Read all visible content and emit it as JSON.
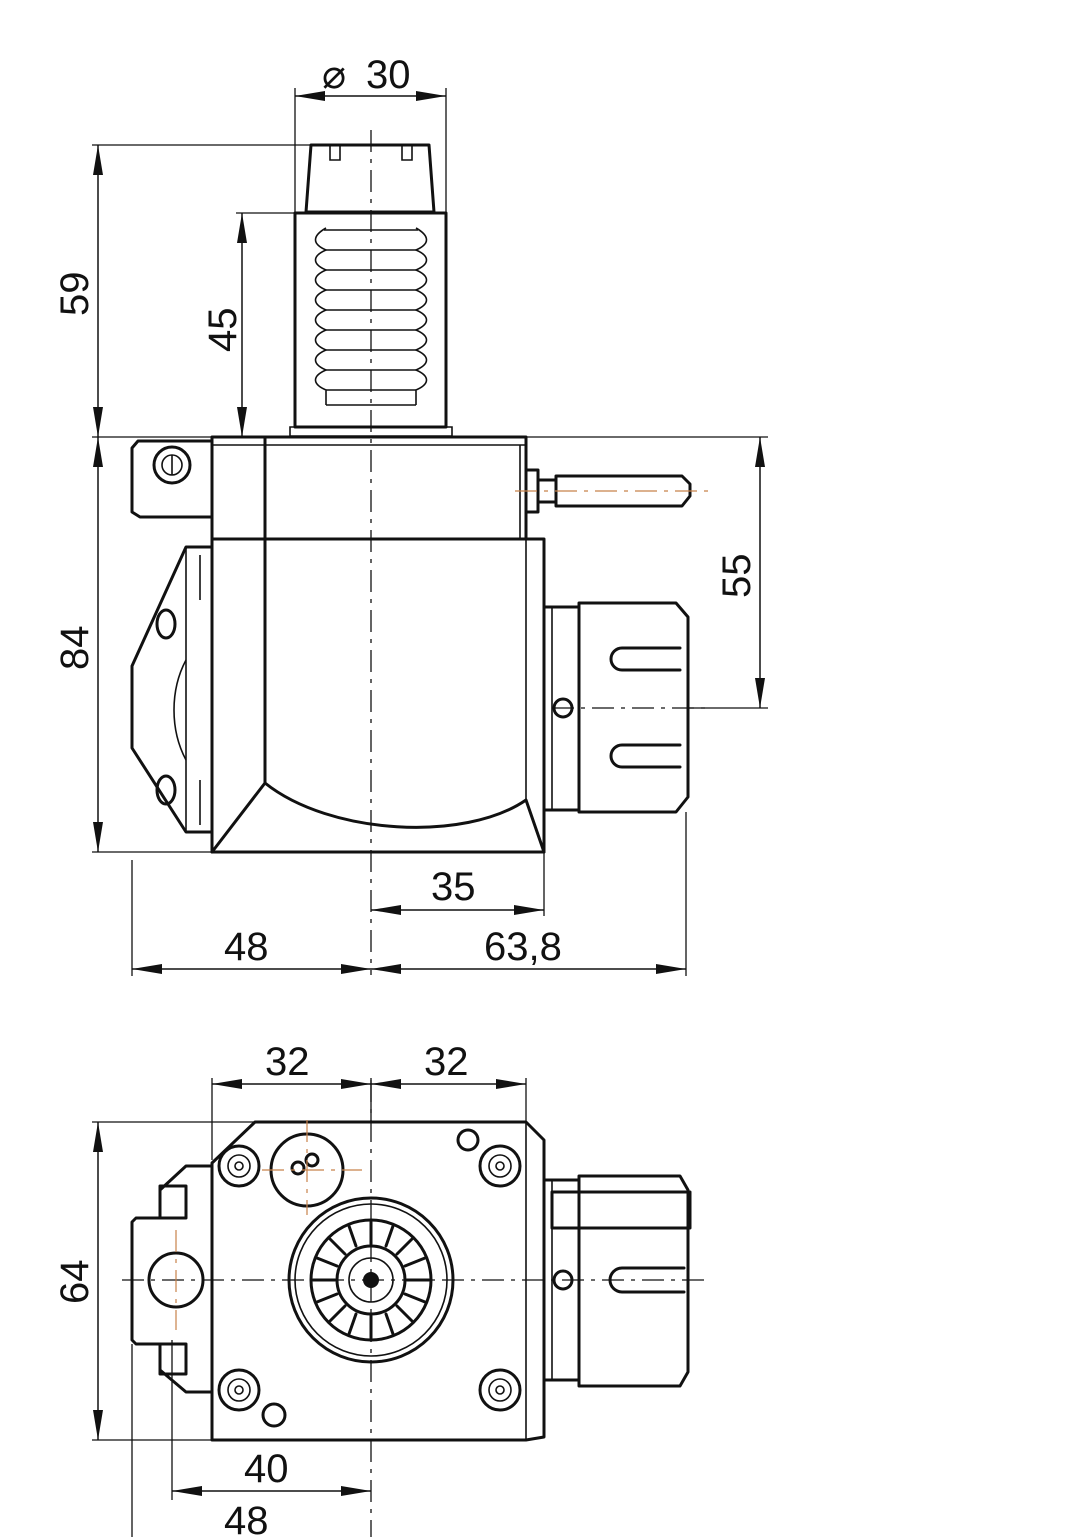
{
  "side_view": {
    "diameter_symbol": "⌀",
    "dim_diameter": "30",
    "dim_total_height": "59",
    "dim_collet_height": "45",
    "dim_body_height": "84",
    "dim_output_height": "55",
    "dim_half_width": "35",
    "dim_left_width": "48",
    "dim_right_width": "63,8"
  },
  "top_view": {
    "dim_left_half": "32",
    "dim_right_half": "32",
    "dim_height": "64",
    "dim_inner_width": "40",
    "dim_outer_width": "48"
  }
}
